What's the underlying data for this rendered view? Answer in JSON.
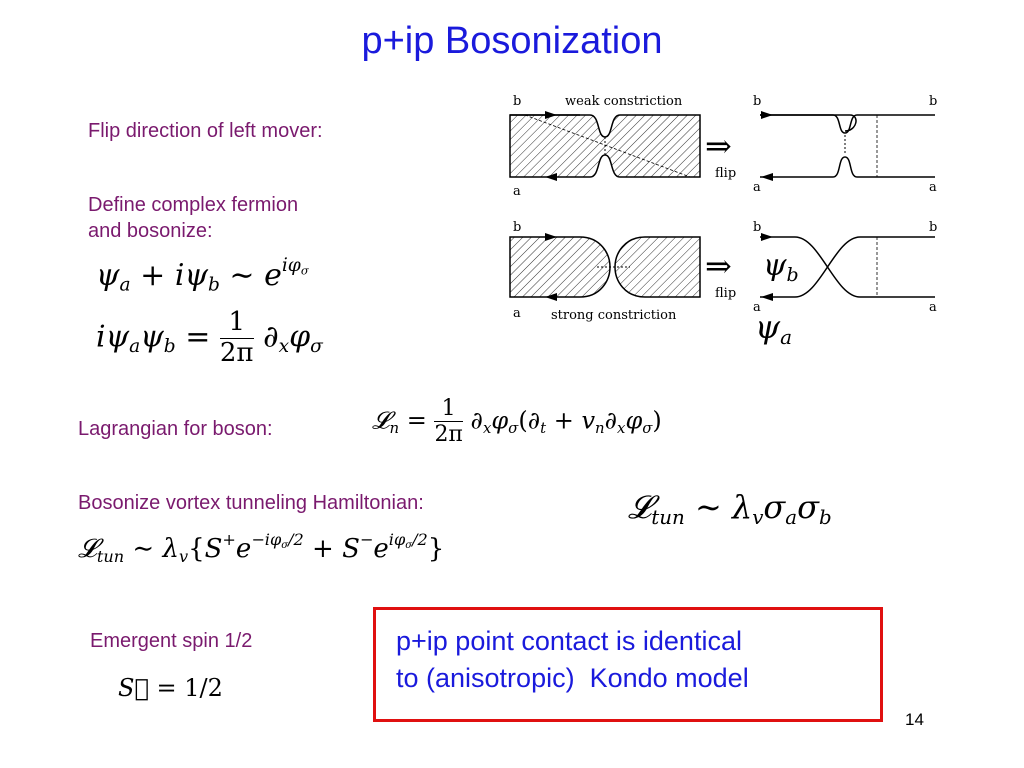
{
  "slide": {
    "title": "p+ip Bosonization",
    "page_number": "14"
  },
  "labels": {
    "flip_direction": "Flip direction of left mover:",
    "define_fermion_1": "Define complex fermion",
    "define_fermion_2": "and bosonize:",
    "lagrangian": "Lagrangian for boson:",
    "bosonize_vortex": "Bosonize vortex tunneling Hamiltonian:",
    "emergent_spin": "Emergent spin 1/2"
  },
  "highlight_box": {
    "line1": "p+ip point contact is identical",
    "line2": "to (anisotropic)  Kondo model",
    "border_color": "#e01010"
  },
  "diagram": {
    "weak_constriction": "weak constriction",
    "strong_constriction": "strong constriction",
    "flip": "flip",
    "edge_b": "b",
    "edge_a": "a"
  },
  "colors": {
    "title": "#1a1adc",
    "labels": "#7a1a6e"
  }
}
